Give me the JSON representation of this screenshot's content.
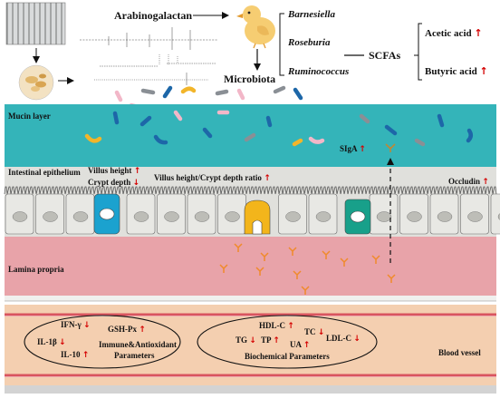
{
  "top": {
    "compound": "Arabinogalactan",
    "microbiota_label": "Microbiota",
    "bacteria": [
      "Barnesiella",
      "Roseburia",
      "Ruminococcus"
    ],
    "scfa_label": "SCFAs",
    "acids": [
      "Acetic acid",
      "Butyric acid"
    ]
  },
  "layers": {
    "mucin": "Mucin layer",
    "epithelium": "Intestinal epithelium",
    "lamina": "Lamina propria",
    "blood": "Blood vessel"
  },
  "epithelium_labels": {
    "villus_height": "Villus height",
    "crypt_depth": "Crypt depth",
    "ratio": "Villus height/Crypt depth ratio",
    "occludin": "Occludin",
    "siga": "SIgA"
  },
  "immune_box": {
    "ifn": "IFN-γ",
    "gsh": "GSH-Px",
    "il1": "IL-1β",
    "il10": "IL-10",
    "title_line1": "Immune&Antioxidant",
    "title_line2": "Parameters"
  },
  "biochem_box": {
    "hdl": "HDL-C",
    "tc": "TC",
    "ldl": "LDL-C",
    "tg": "TG",
    "tp": "TP",
    "ua": "UA",
    "title": "Biochemical Parameters"
  },
  "arrows": {
    "up": "↑",
    "down": "↓"
  },
  "colors": {
    "mucin": "#34b4b9",
    "epithelium": "#e0e0dc",
    "lamina": "#e8a3a9",
    "blood": "#f4cfb0",
    "blood_border": "#d9555f",
    "increase_arrow": "#d40000"
  }
}
